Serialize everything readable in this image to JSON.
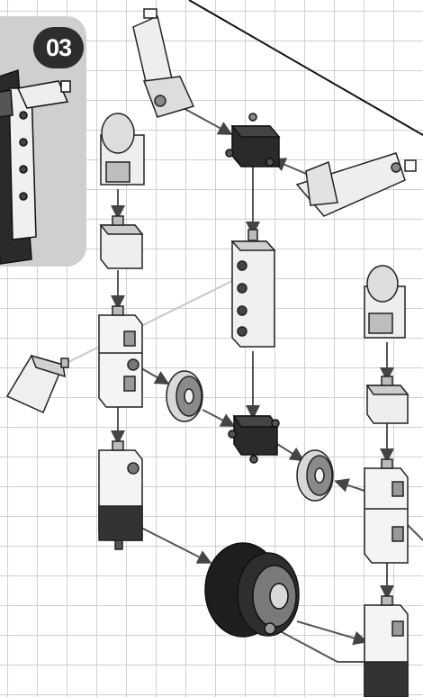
{
  "step": {
    "number": "03"
  },
  "colors": {
    "background": "#ffffff",
    "grid": "#d0d0d0",
    "inset": "#cfcfcf",
    "arrow": "#555555",
    "dark_part": "#2a2a2a",
    "light_part": "#f2f2f2"
  },
  "parts": {
    "angled_bracket_top": "angled-bracket",
    "angled_bracket_right": "angled-bracket",
    "hub_connector_top": "hub-connector",
    "hub_connector_middle": "hub-connector",
    "long_beam": "beam-5-hole",
    "hinge_left": "hinge-block",
    "hinge_right": "hinge-block",
    "pulley_left": "pulley",
    "pulley_right": "pulley",
    "wheel": "tire-wheel",
    "wedge": "wedge-block"
  }
}
